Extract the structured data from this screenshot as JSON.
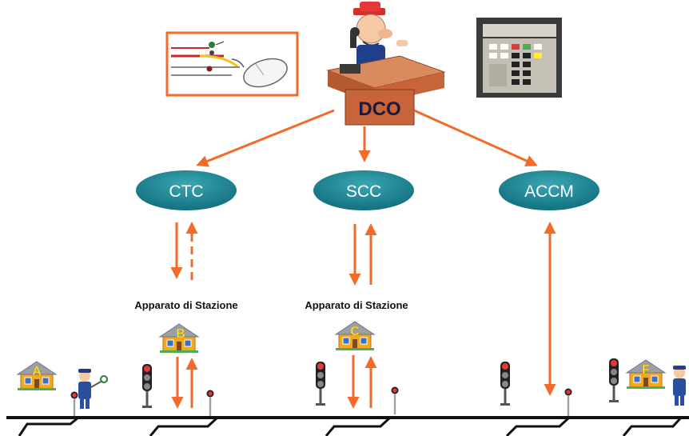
{
  "controller": {
    "label": "DCO"
  },
  "nodes": [
    {
      "id": "ctc",
      "label": "CTC"
    },
    {
      "id": "scc",
      "label": "SCC"
    },
    {
      "id": "accm",
      "label": "ACCM"
    }
  ],
  "stations": [
    {
      "caption": "Apparato di Stazione",
      "letter": "B"
    },
    {
      "caption": "Apparato di Stazione",
      "letter": "C"
    }
  ],
  "end_stations": [
    {
      "letter": "A"
    },
    {
      "letter": "F"
    }
  ],
  "colors": {
    "arrow": "#f26b2a",
    "node_fill": "#1a7f8e",
    "rail": "#111111",
    "desk": "#c8643a",
    "house_wall": "#f4a81e",
    "roof": "#9aa0aa"
  },
  "icons": [
    "mouse-icon",
    "control-panel-icon",
    "dispatcher-icon",
    "house-icon",
    "signal-icon",
    "signalman-icon"
  ]
}
